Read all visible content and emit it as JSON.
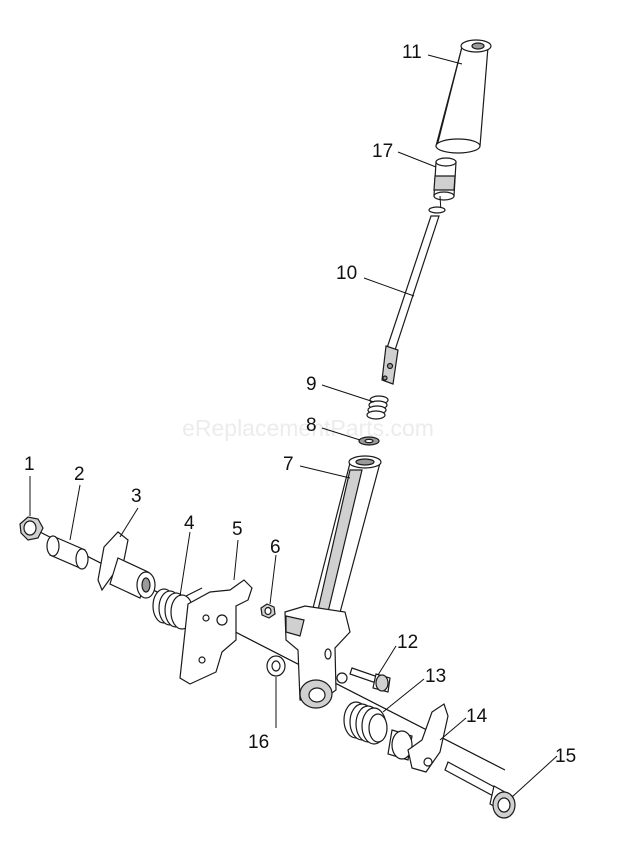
{
  "watermark": "eReplacementParts.com",
  "callouts": [
    "1",
    "2",
    "3",
    "4",
    "5",
    "6",
    "7",
    "8",
    "9",
    "10",
    "11",
    "12",
    "13",
    "14",
    "15",
    "16",
    "17"
  ]
}
